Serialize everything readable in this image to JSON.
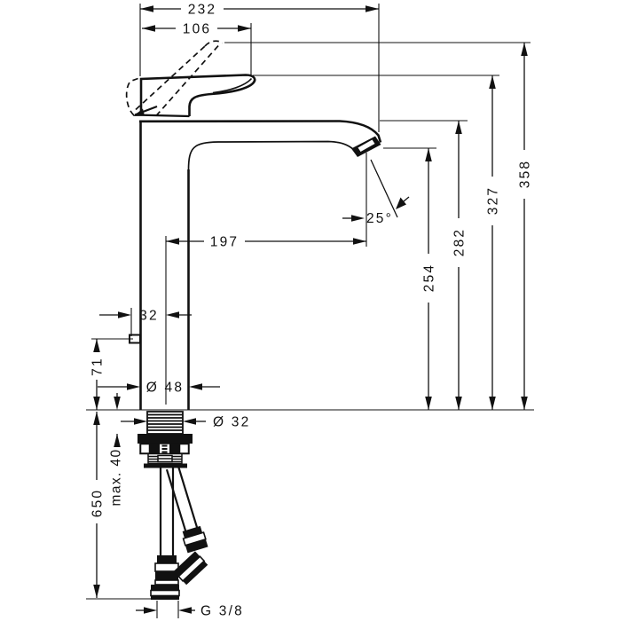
{
  "drawing": {
    "type": "technical-dimension-drawing",
    "subject": "single-lever high basin mixer tap, side view with mounting shank and supply hoses",
    "colors": {
      "ink": "#111111",
      "paper": "#ffffff"
    }
  },
  "dims": {
    "overall_depth": "232",
    "handle_reach": "106",
    "height_total": "358",
    "height_handle": "327",
    "height_spout_top": "282",
    "height_outlet": "254",
    "spout_reach": "197",
    "outlet_angle": "25°",
    "offset_pin": "32",
    "height_above_deck": "71",
    "body_diameter": "Ø 48",
    "shank_diameter": "Ø 32",
    "max_deck_thickness": "max. 40",
    "hose_length": "650",
    "connection_thread": "G 3/8"
  }
}
